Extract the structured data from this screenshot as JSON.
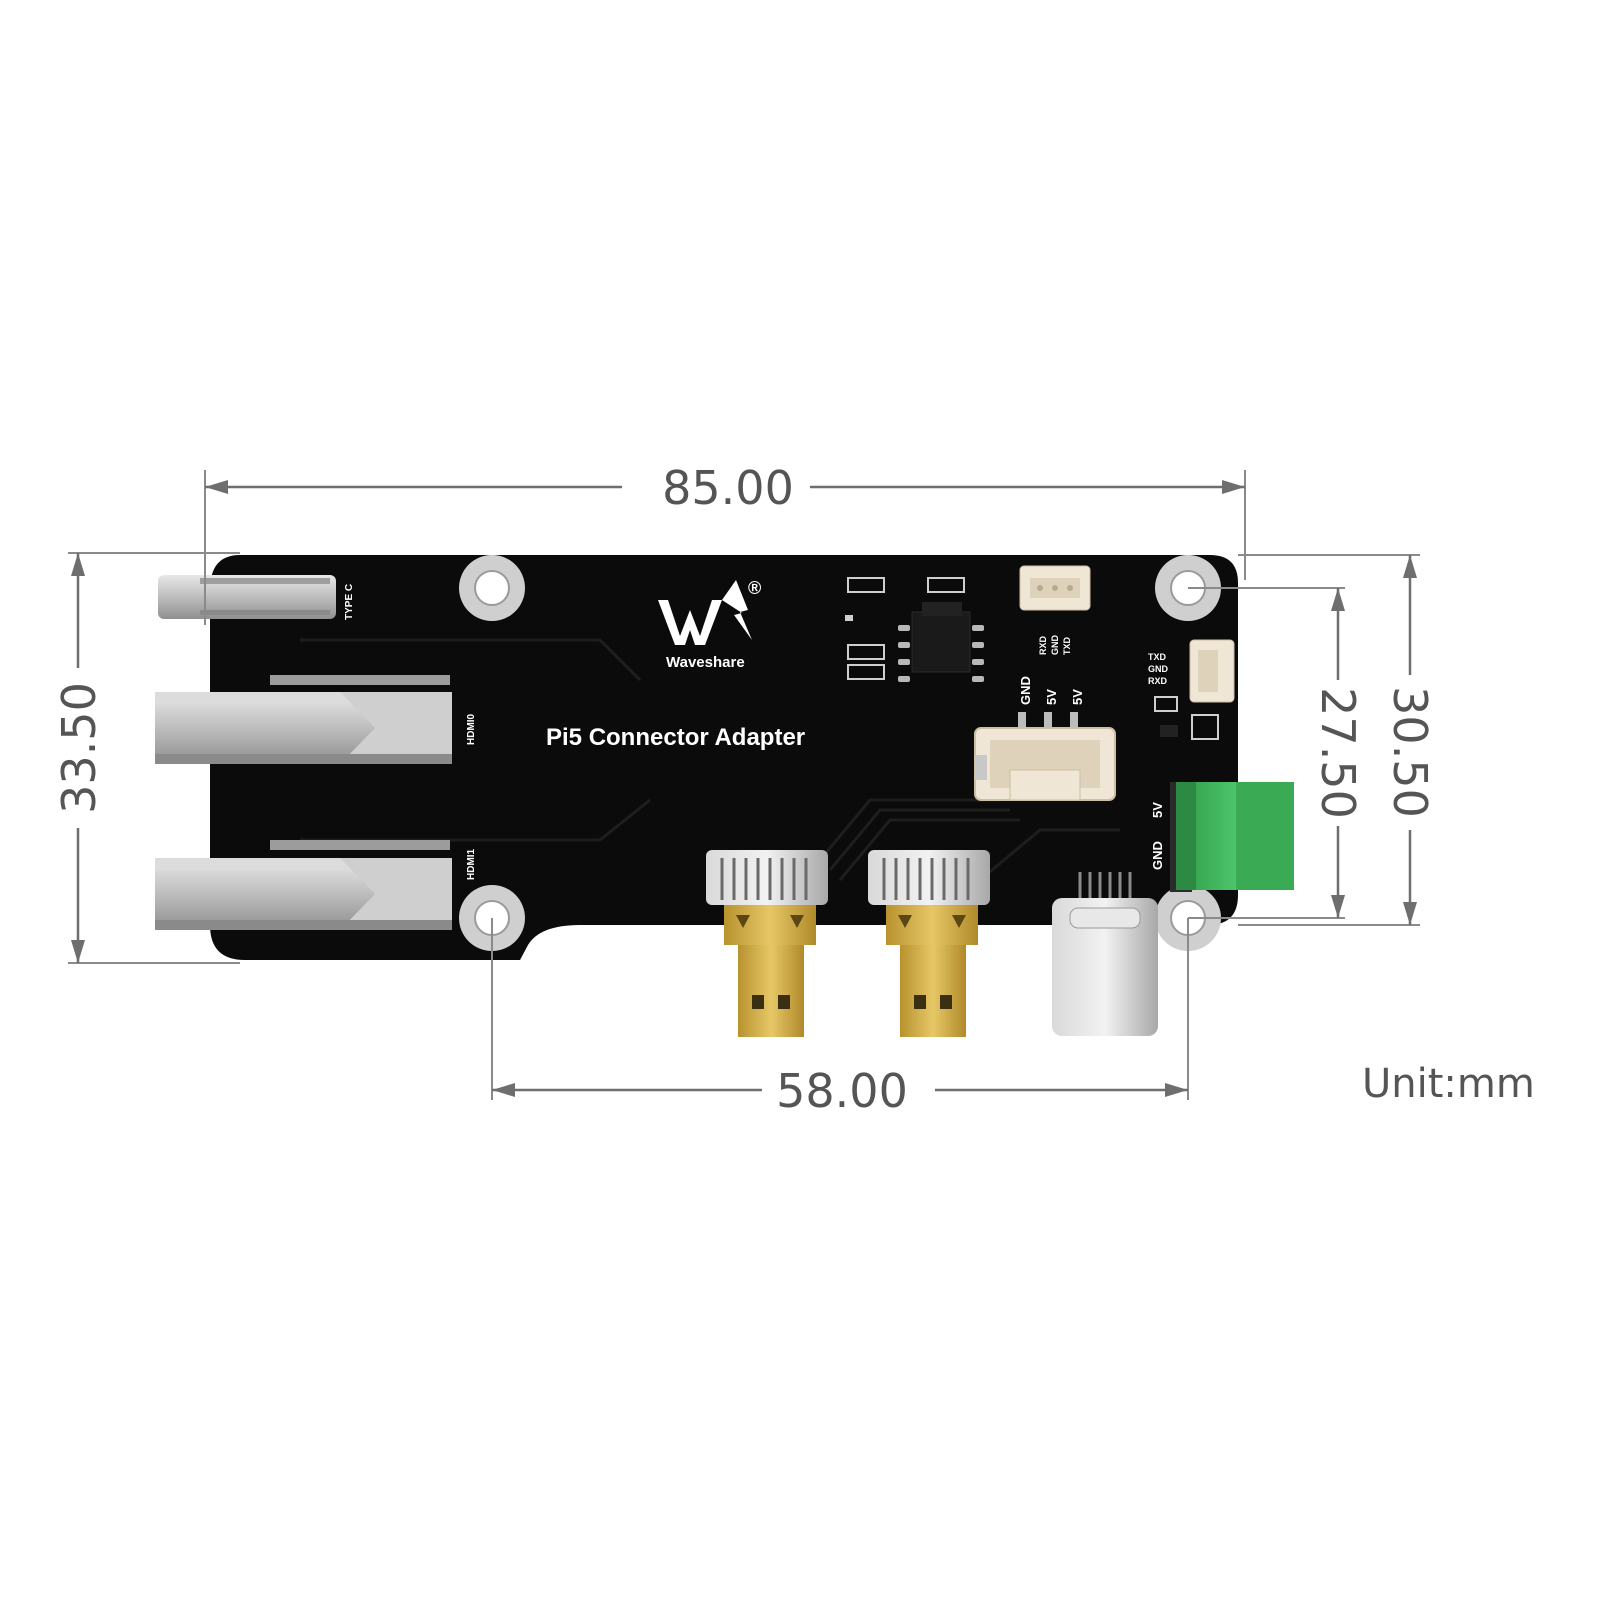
{
  "dimensions": {
    "width_total": "85.00",
    "height_total": "33.50",
    "hole_spacing_x": "58.00",
    "hole_spacing_y": "27.50",
    "board_height": "30.50"
  },
  "unit_label": "Unit:mm",
  "board": {
    "title": "Pi5 Connector Adapter",
    "brand": "Waveshare",
    "registered_mark": "®",
    "labels": {
      "type_c": "TYPE C",
      "hdmi0": "HDMI0",
      "hdmi1": "HDMI1",
      "gnd": "GND",
      "v5": "5V",
      "rxd": "RXD",
      "txd": "TXD"
    }
  },
  "colors": {
    "pcb": "#0b0b0b",
    "dimension_line": "#6e6e6e",
    "dimension_text": "#555555",
    "terminal_green": "#3fb25a",
    "gold": "#d4b14a",
    "metal": "#c9c9c9",
    "connector_white": "#efe6d6"
  }
}
